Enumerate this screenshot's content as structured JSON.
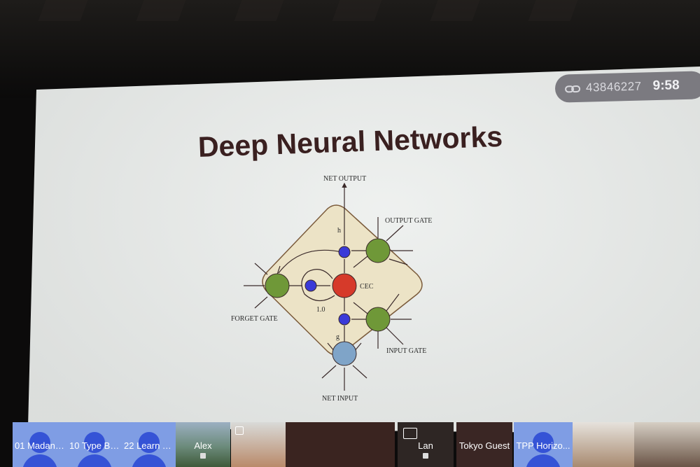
{
  "session": {
    "meeting_id": "43846227",
    "clock": "9:58",
    "icon": "link-icon"
  },
  "slide": {
    "title": "Deep Neural Networks",
    "diagram": {
      "labels": {
        "net_output": "NET OUTPUT",
        "output_gate": "OUTPUT GATE",
        "h": "h",
        "cec": "CEC",
        "weight": "1.0",
        "forget_gate": "FORGET GATE",
        "g": "g",
        "input_gate": "INPUT GATE",
        "net_input": "NET INPUT"
      },
      "colors": {
        "gate": "#6f9838",
        "cec": "#d63a2a",
        "multiplier": "#3a3ad8",
        "input": "#7fa4c8",
        "cell_fill": "#ece3c6",
        "cell_stroke": "#7a5a3a"
      }
    }
  },
  "participants": [
    {
      "name": "01 Madang...",
      "kind": "avatar"
    },
    {
      "name": "10 Type Bo...",
      "kind": "avatar"
    },
    {
      "name": "22 Learn T...",
      "kind": "avatar"
    },
    {
      "name": "Alex",
      "kind": "video"
    },
    {
      "name": "",
      "kind": "screen-share"
    },
    {
      "name": "",
      "kind": "video"
    },
    {
      "name": "Lan",
      "kind": "video"
    },
    {
      "name": "Tokyo Guest",
      "kind": "video"
    },
    {
      "name": "TPP Horizo...",
      "kind": "avatar"
    },
    {
      "name": "",
      "kind": "video"
    },
    {
      "name": "",
      "kind": "video"
    }
  ]
}
